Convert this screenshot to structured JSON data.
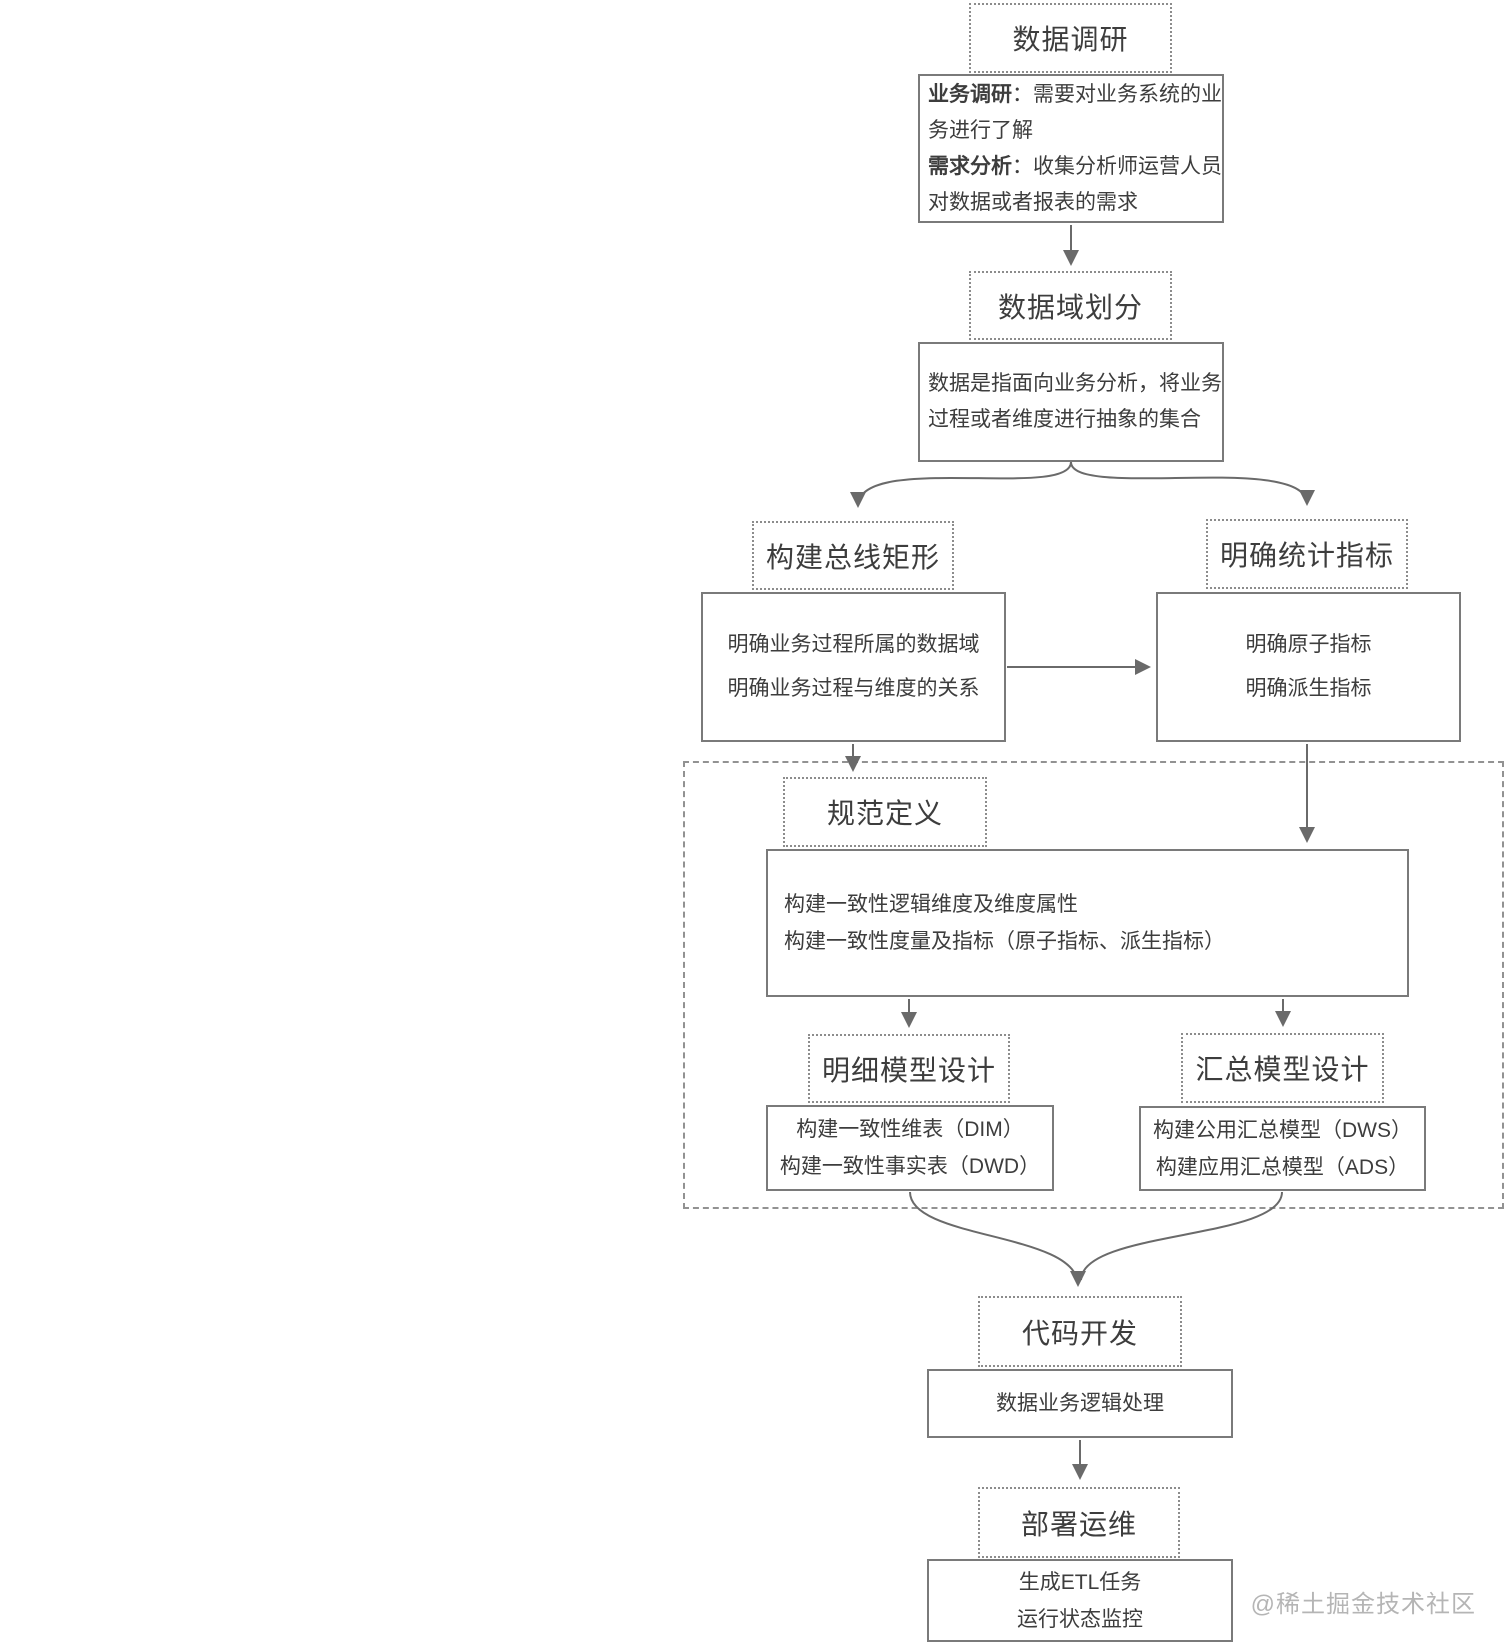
{
  "nodes": {
    "survey": {
      "title": "数据调研",
      "lines": [
        {
          "b": "业务调研",
          "t": "：需要对业务系统的业"
        },
        {
          "b": "",
          "t": "务进行了解"
        },
        {
          "b": "需求分析",
          "t": "：收集分析师运营人员"
        },
        {
          "b": "",
          "t": "对数据或者报表的需求"
        }
      ]
    },
    "domain": {
      "title": "数据域划分",
      "lines": [
        "数据是指面向业务分析，将业务",
        "过程或者维度进行抽象的集合"
      ]
    },
    "bus": {
      "title": "构建总线矩形",
      "lines": [
        "明确业务过程所属的数据域",
        "明确业务过程与维度的关系"
      ]
    },
    "metric": {
      "title": "明确统计指标",
      "lines": [
        "明确原子指标",
        "明确派生指标"
      ]
    },
    "spec": {
      "title": "规范定义",
      "lines": [
        "构建一致性逻辑维度及维度属性",
        "构建一致性度量及指标（原子指标、派生指标）"
      ]
    },
    "detail": {
      "title": "明细模型设计",
      "lines": [
        "构建一致性维表（DIM）",
        "构建一致性事实表（DWD）"
      ]
    },
    "summary": {
      "title": "汇总模型设计",
      "lines": [
        "构建公用汇总模型（DWS）",
        "构建应用汇总模型（ADS）"
      ]
    },
    "code": {
      "title": "代码开发",
      "lines": [
        "数据业务逻辑处理"
      ]
    },
    "deploy": {
      "title": "部署运维",
      "lines": [
        "生成ETL任务",
        "运行状态监控"
      ]
    }
  },
  "watermark": "@稀土掘金技术社区",
  "colors": {
    "solid_border": "#7a7a7a",
    "dashed_border": "#8c8c8c",
    "arrow": "#6a6a6a",
    "text": "#3d3d3d",
    "watermark": "#b5b5b5"
  }
}
